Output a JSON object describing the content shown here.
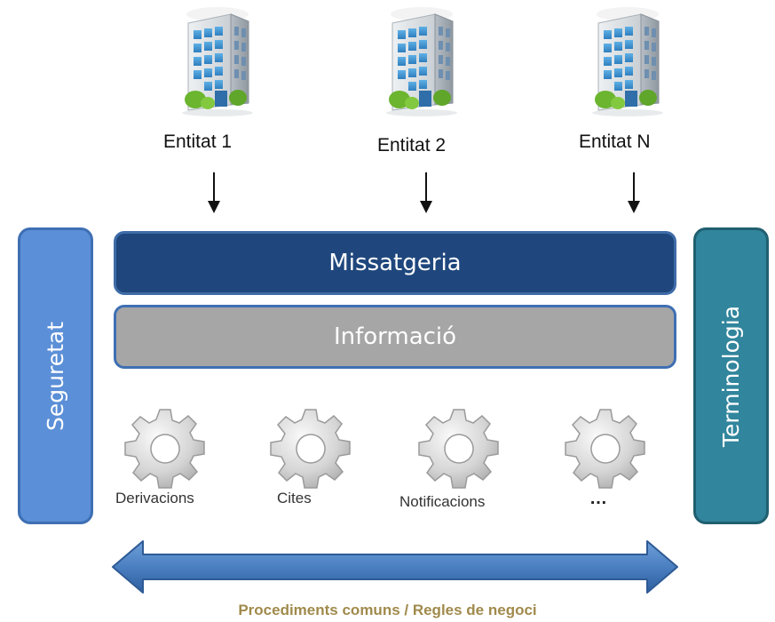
{
  "entities": [
    {
      "label": "Entitat 1"
    },
    {
      "label": "Entitat 2"
    },
    {
      "label": "Entitat N"
    }
  ],
  "layers": {
    "messaging": "Missatgeria",
    "information": "Informació"
  },
  "sidebars": {
    "left": "Seguretat",
    "right": "Terminologia"
  },
  "services": [
    {
      "label": "Derivacions"
    },
    {
      "label": "Cites"
    },
    {
      "label": "Notificacions"
    },
    {
      "label": "…"
    }
  ],
  "footer": "Procediments comuns / Regles de negoci",
  "colors": {
    "messaging": "#1f477d",
    "information": "#a6a6a6",
    "security": "#5b8fd7",
    "terminology": "#31859c",
    "arrow": "#4a7fc1",
    "footer_text": "#a08a4c"
  },
  "icons": {
    "entity": "building-icon",
    "service": "gear-icon",
    "flow": "arrow-down-icon",
    "procedures": "double-arrow-icon"
  }
}
